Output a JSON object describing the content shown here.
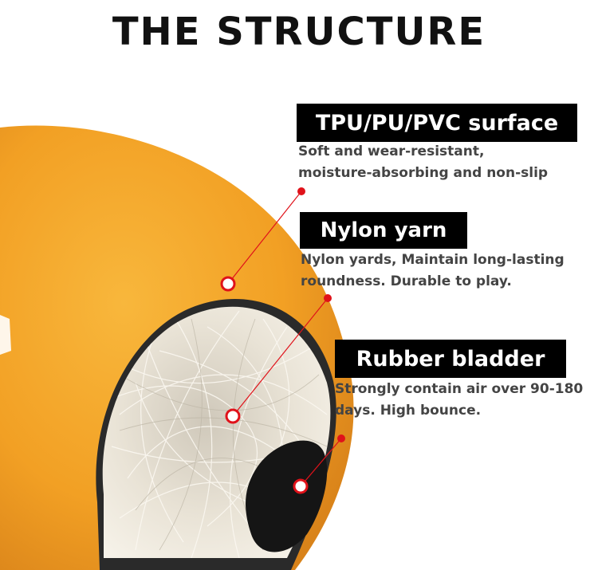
{
  "page": {
    "title": "THE STRUCTURE"
  },
  "layers": [
    {
      "label": "TPU/PU/PVC surface",
      "description": [
        "Soft and wear-resistant,",
        "moisture-absorbing and non-slip"
      ]
    },
    {
      "label": "Nylon yarn",
      "description": [
        "Nylon yards, Maintain long-lasting",
        "roundness. Durable to play."
      ]
    },
    {
      "label": "Rubber bladder",
      "description": [
        "Strongly contain air over 90-180",
        "days. High bounce."
      ]
    }
  ],
  "colors": {
    "ball_leather": "#f2a024",
    "yarn": "#efe9dd",
    "bladder": "#151515",
    "marker": "#e0121a",
    "label_background": "#000000",
    "label_text": "#ffffff",
    "description_text": "#444444"
  }
}
